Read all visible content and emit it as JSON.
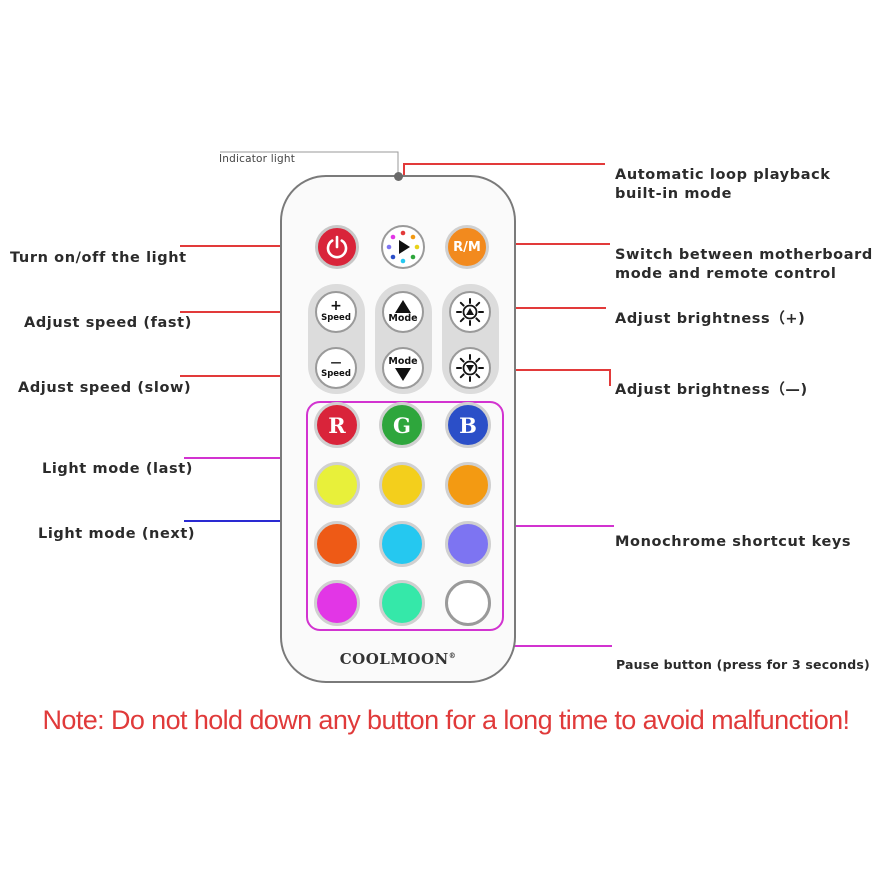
{
  "labels": {
    "indicator": "Indicator light",
    "auto_loop_line1": "Automatic loop playback",
    "auto_loop_line2": "built-in mode",
    "power": "Turn on/off the light",
    "switch_line1": "Switch between motherboard",
    "switch_line2": "mode and remote control",
    "speed_fast": "Adjust speed (fast)",
    "bright_up": "Adjust brightness（+)",
    "speed_slow": "Adjust speed (slow)",
    "bright_down": "Adjust brightness（—)",
    "mode_last": "Light mode (last)",
    "mode_next": "Light mode (next)",
    "mono": "Monochrome shortcut keys",
    "pause": "Pause button (press for 3 seconds)"
  },
  "remote": {
    "brand": "COOLMOON",
    "brand_mark": "®",
    "rm_label": "R/M",
    "speed_plus_symbol": "+",
    "speed_minus_symbol": "—",
    "speed_label": "Speed",
    "mode_label": "Mode",
    "red_letter": "R",
    "green_letter": "G",
    "blue_letter": "B"
  },
  "colors": {
    "red": "#d9243a",
    "green": "#2ea63c",
    "blue": "#2b4fc8",
    "yellow_green": "#e8f03a",
    "yellow": "#f3cf1c",
    "orange": "#f39a12",
    "deep_orange": "#ee5a16",
    "cyan": "#25c8f0",
    "violet": "#7d74f2",
    "magenta": "#e236e6",
    "mint": "#35e8a9",
    "white": "#ffffff",
    "rm": "#f28a1e",
    "leader_red": "#e23a3a",
    "leader_magenta": "#d233d0",
    "leader_blue": "#2a2ad2",
    "note": "#e03a3a"
  },
  "note": "Note: Do not hold down any button for a long time to avoid malfunction!"
}
